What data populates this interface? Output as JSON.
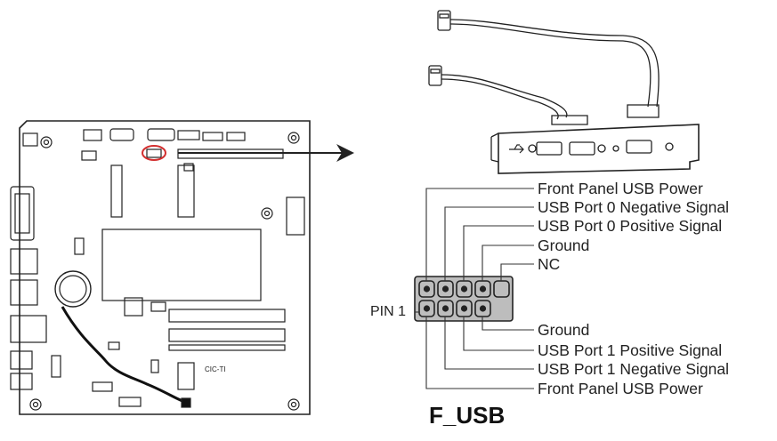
{
  "header": {
    "title": "F_USB"
  },
  "pin_label": "PIN 1",
  "board_silk": "CIC-TI",
  "top_row_labels": [
    "Front Panel USB Power",
    "USB Port 0 Negative Signal",
    "USB Port 0 Positive Signal",
    "Ground",
    "NC"
  ],
  "bottom_row_labels": [
    "Ground",
    "USB Port 1 Positive Signal",
    "USB Port 1 Negative Signal",
    "Front Panel USB Power"
  ],
  "colors": {
    "line": "#222222",
    "highlight": "#d32f2f",
    "background": "#ffffff"
  }
}
